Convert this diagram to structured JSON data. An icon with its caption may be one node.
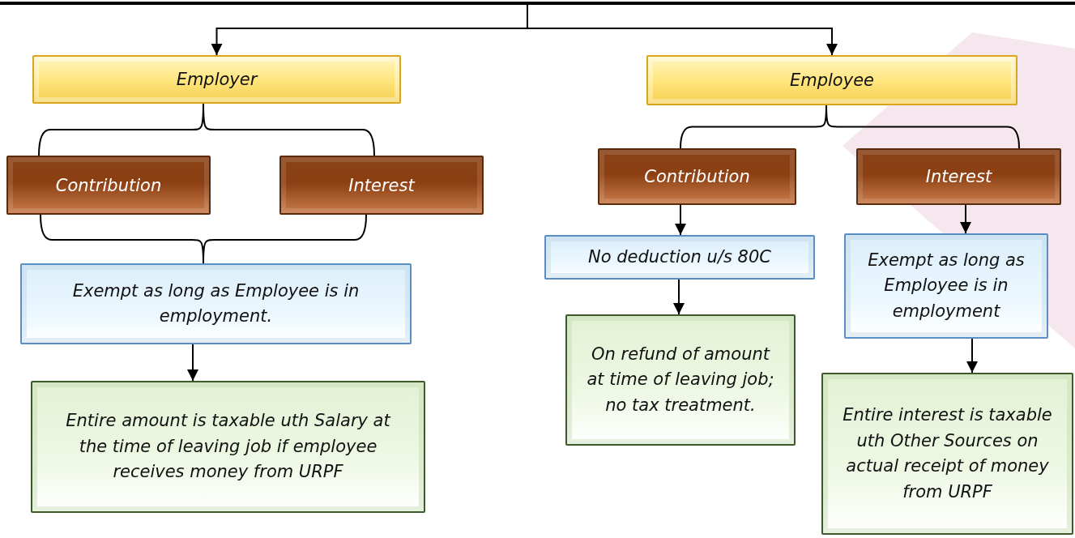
{
  "diagram": {
    "nodes": [
      {
        "text": [
          "Employer"
        ]
      },
      {
        "text": [
          "Employee"
        ]
      },
      {
        "text": [
          "Contribution"
        ]
      },
      {
        "text": [
          "Interest"
        ]
      },
      {
        "text": [
          "Exempt as long as Employee is in employment."
        ]
      },
      {
        "text": [
          "Entire amount is taxable uth Salary at the time of leaving job if employee receives money from URPF"
        ]
      },
      {
        "text": [
          "Contribution"
        ]
      },
      {
        "text": [
          "Interest"
        ]
      },
      {
        "text": [
          "No deduction u/s 80C"
        ]
      },
      {
        "text": [
          "On refund of amount at time of leaving job; no tax treatment."
        ]
      },
      {
        "text": [
          "Exempt as long as Employee is in employment"
        ]
      },
      {
        "text": [
          "Entire interest is taxable uth Other Sources on actual receipt of money from URPF"
        ]
      }
    ],
    "edges": [
      {
        "from": null,
        "to": 0,
        "arrow": "to"
      },
      {
        "from": null,
        "to": 1,
        "arrow": "to"
      },
      {
        "from": 0,
        "to": 2,
        "arrow": "none"
      },
      {
        "from": 0,
        "to": 3,
        "arrow": "none"
      },
      {
        "from": 2,
        "to": 4,
        "arrow": "none"
      },
      {
        "from": 3,
        "to": 4,
        "arrow": "none"
      },
      {
        "from": 4,
        "to": 5,
        "arrow": "to"
      },
      {
        "from": 1,
        "to": 6,
        "arrow": "none"
      },
      {
        "from": 1,
        "to": 7,
        "arrow": "none"
      },
      {
        "from": 6,
        "to": 8,
        "arrow": "to"
      },
      {
        "from": 8,
        "to": 9,
        "arrow": "to"
      },
      {
        "from": 7,
        "to": 10,
        "arrow": "to"
      },
      {
        "from": 10,
        "to": 11,
        "arrow": "to"
      }
    ]
  }
}
